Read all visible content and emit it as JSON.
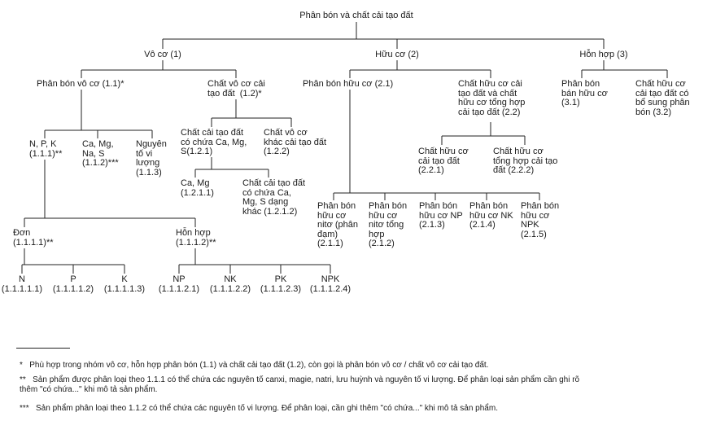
{
  "nodes": {
    "root": "Phân bón và chất cải tạo đất",
    "n1": "Vô cơ (1)",
    "n2": "Hữu cơ (2)",
    "n3": "Hỗn hợp (3)",
    "n11": "Phân bón vô cơ (1.1)*",
    "n12": "Chất vô cơ cải\ntạo đất  (1.2)*",
    "n111": "N, P, K\n(1.1.1)**",
    "n112": "Ca, Mg,\nNa, S\n(1.1.2)***",
    "n113": "Nguyên\ntố vi\nlượng\n(1.1.3)",
    "n121": "Chất cải tạo đất\ncó chứa Ca, Mg,\nS(1.2.1)",
    "n122": "Chất vô cơ\nkhác cải tạo đất\n(1.2.2)",
    "n1211": "Ca, Mg\n(1.2.1.1)",
    "n1212": "Chất cải tạo đất\ncó chứa Ca,\nMg, S dạng\nkhác (1.2.1.2)",
    "n1111": "Đơn\n(1.1.1.1)**",
    "n1112": "Hỗn hợp\n(1.1.1.2)**",
    "n11111": "N\n(1.1.1.1.1)",
    "n11112": "P\n(1.1.1.1.2)",
    "n11113": "K\n(1.1.1.1.3)",
    "n11121": "NP\n(1.1.1.2.1)",
    "n11122": "NK\n(1.1.1.2.2)",
    "n11123": "PK\n(1.1.1.2.3)",
    "n11124": "NPK\n(1.1.1.2.4)",
    "n21": "Phân bón hữu cơ (2.1)",
    "n22": "Chất hữu cơ cải\ntạo đất và chất\nhữu cơ tổng hợp\ncải tạo đất (2.2)",
    "n211": "Phân bón\nhữu cơ\nnitơ (phân\nđạm)\n(2.1.1)",
    "n212": "Phân bón\nhữu cơ\nnitơ tổng\nhợp\n(2.1.2)",
    "n213": "Phân bón\nhữu cơ NP\n(2.1.3)",
    "n214": "Phân bón\nhữu cơ NK\n(2.1.4)",
    "n215": "Phân bón\nhữu cơ\nNPK\n(2.1.5)",
    "n221": "Chất hữu cơ\ncải tạo đất\n(2.2.1)",
    "n222": "Chất hữu cơ\ntổng hợp cải tạo\nđất (2.2.2)",
    "n31": "Phân bón\nbán hữu cơ\n(3.1)",
    "n32": "Chất hữu cơ\ncải tạo đất có\nbổ sung phân\nbón (3.2)"
  },
  "footnotes": [
    "*   Phù hợp trong nhóm vô cơ, hỗn hợp phân bón (1.1) và chất cải tạo đất (1.2), còn gọi là phân bón vô cơ / chất vô cơ cải tạo đất.",
    "**   Sản phẩm được phân loại theo 1.1.1 có thể chứa các nguyên tố canxi, magie, natri, lưu huỳnh và nguyên tố vi lượng. Để phân loại sản phẩm cần ghi rõ\nthêm \"có chứa...\" khi mô tả sản phẩm.",
    "***   Sản phẩm phân loại theo 1.1.2 có thể chứa các nguyên tố vi lượng. Để phân loại, cần ghi thêm \"có chứa...\" khi mô tả sản phẩm."
  ]
}
